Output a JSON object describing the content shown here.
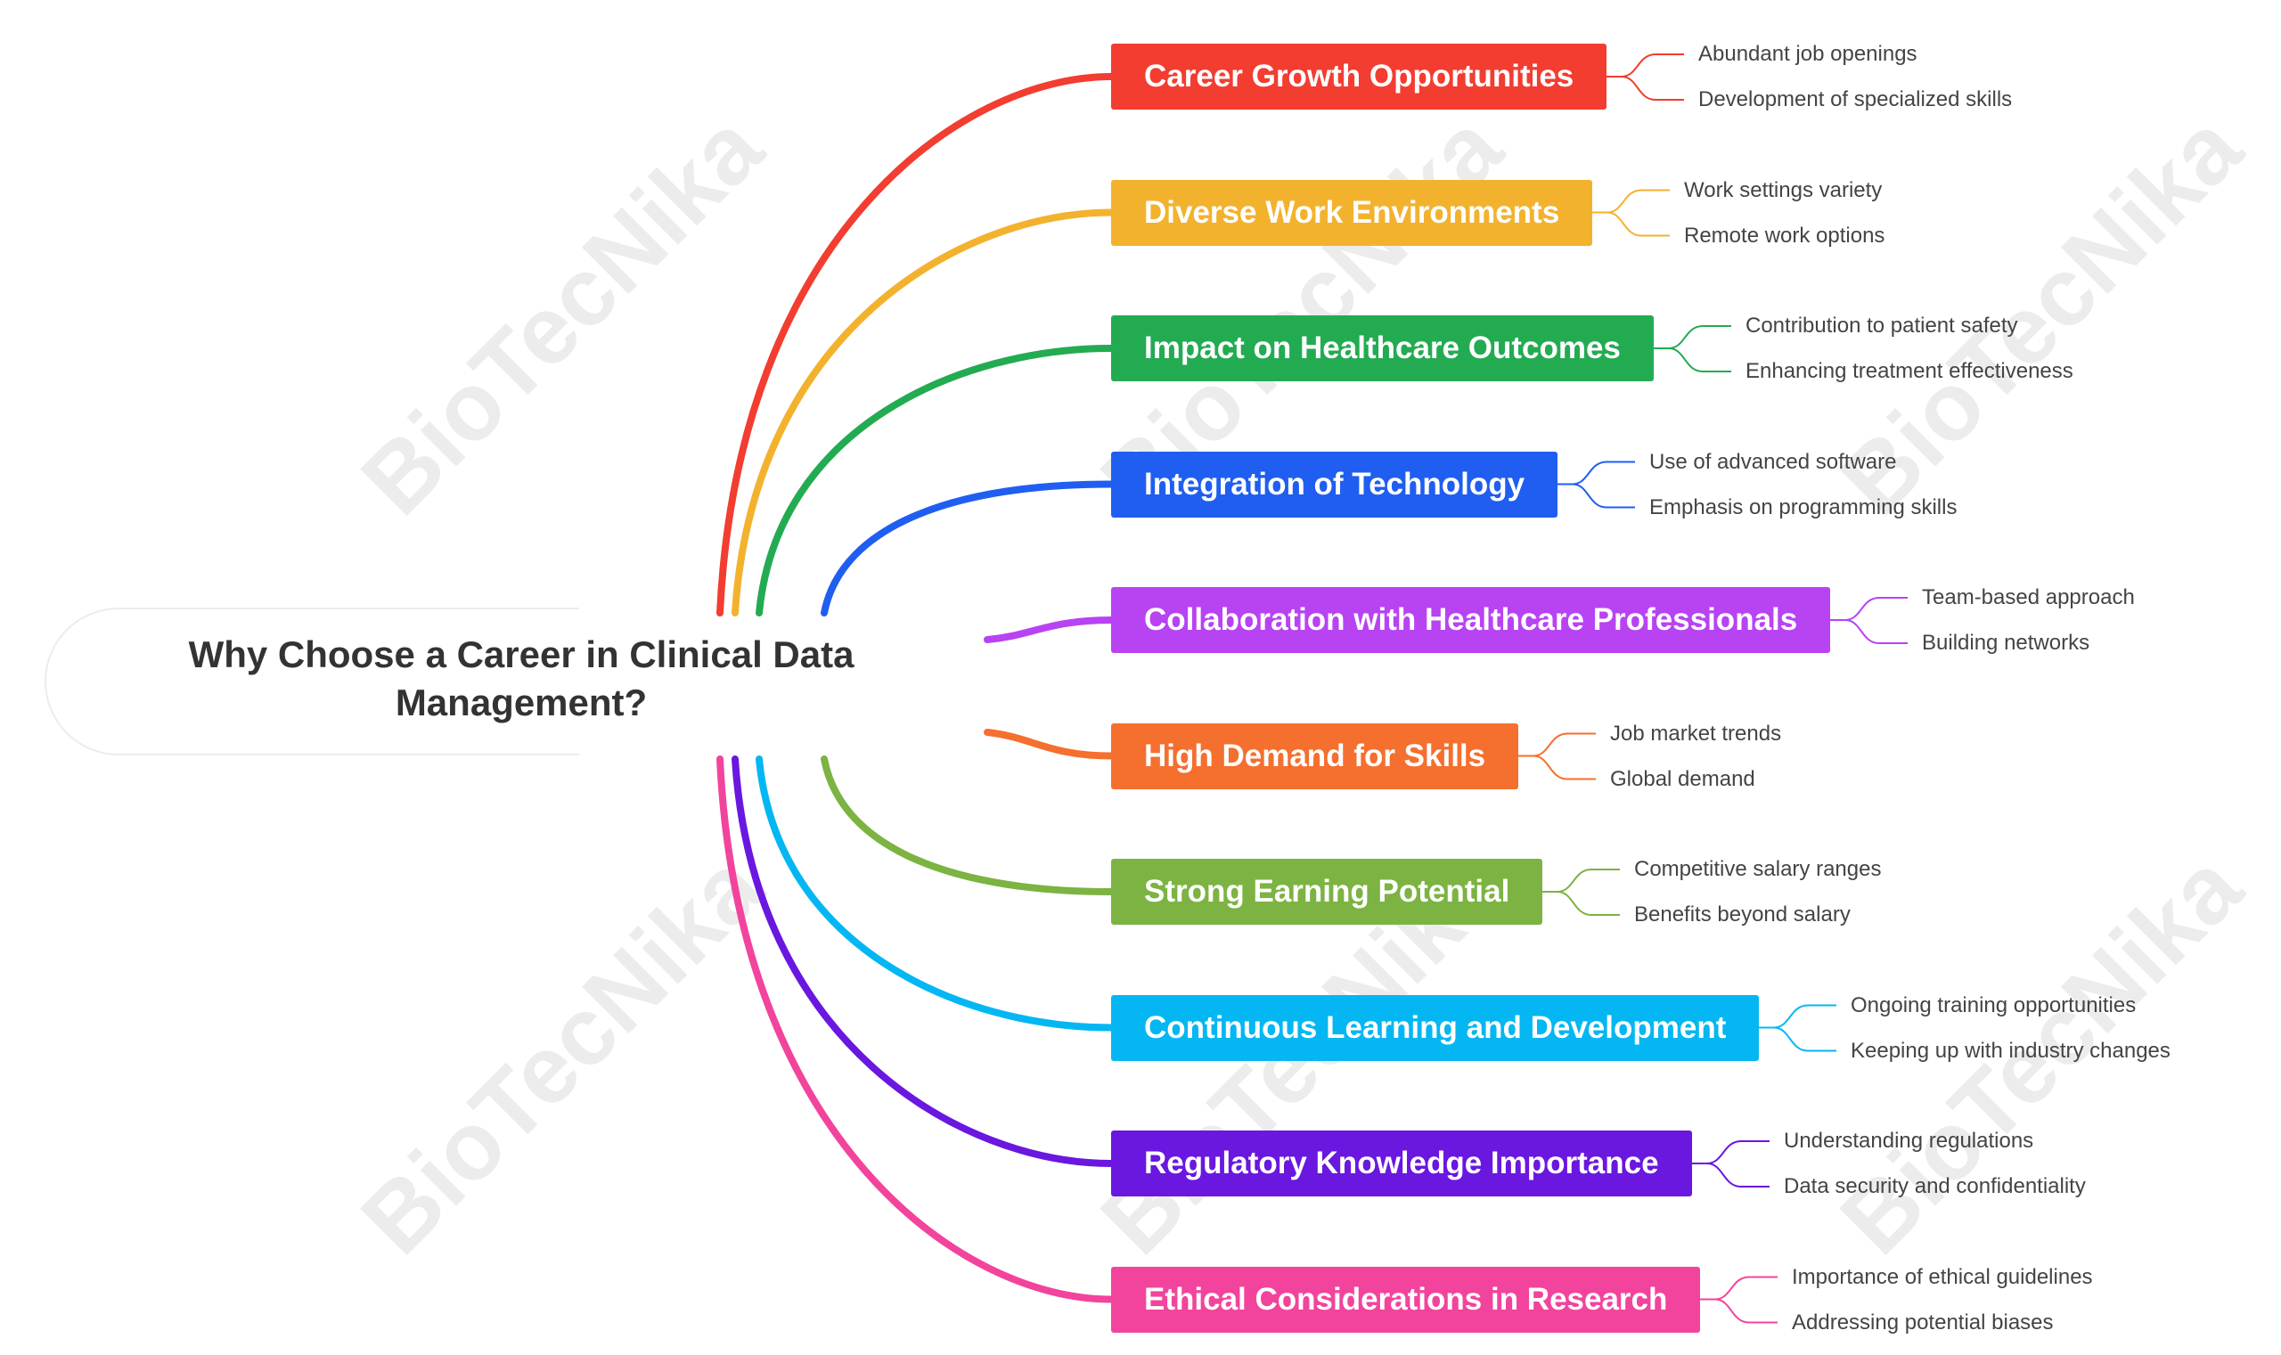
{
  "title": "Why Choose a Career in Clinical Data Management?",
  "watermark": "BioTecNika",
  "branches": [
    {
      "label": "Career Growth Opportunities",
      "color": "#f23d30",
      "leaves": [
        "Abundant job openings",
        "Development of specialized skills"
      ]
    },
    {
      "label": "Diverse Work Environments",
      "color": "#f3b22e",
      "leaves": [
        "Work settings variety",
        "Remote work options"
      ]
    },
    {
      "label": "Impact on Healthcare Outcomes",
      "color": "#23ab52",
      "leaves": [
        "Contribution to patient safety",
        "Enhancing treatment effectiveness"
      ]
    },
    {
      "label": "Integration of Technology",
      "color": "#1f5ef0",
      "leaves": [
        "Use of advanced software",
        "Emphasis on programming skills"
      ]
    },
    {
      "label": "Collaboration with Healthcare Professionals",
      "color": "#b843f2",
      "leaves": [
        "Team-based approach",
        "Building networks"
      ]
    },
    {
      "label": "High Demand for Skills",
      "color": "#f56f2e",
      "leaves": [
        "Job market trends",
        "Global demand"
      ]
    },
    {
      "label": "Strong Earning Potential",
      "color": "#7cb342",
      "leaves": [
        "Competitive salary ranges",
        "Benefits beyond salary"
      ]
    },
    {
      "label": "Continuous Learning and Development",
      "color": "#04b7f2",
      "leaves": [
        "Ongoing training opportunities",
        "Keeping up with industry changes"
      ]
    },
    {
      "label": "Regulatory Knowledge Importance",
      "color": "#6a17e0",
      "leaves": [
        "Understanding regulations",
        "Data security and confidentiality"
      ]
    },
    {
      "label": "Ethical Considerations in Research",
      "color": "#f2449c",
      "leaves": [
        "Importance of ethical guidelines",
        "Addressing potential biases"
      ]
    }
  ]
}
